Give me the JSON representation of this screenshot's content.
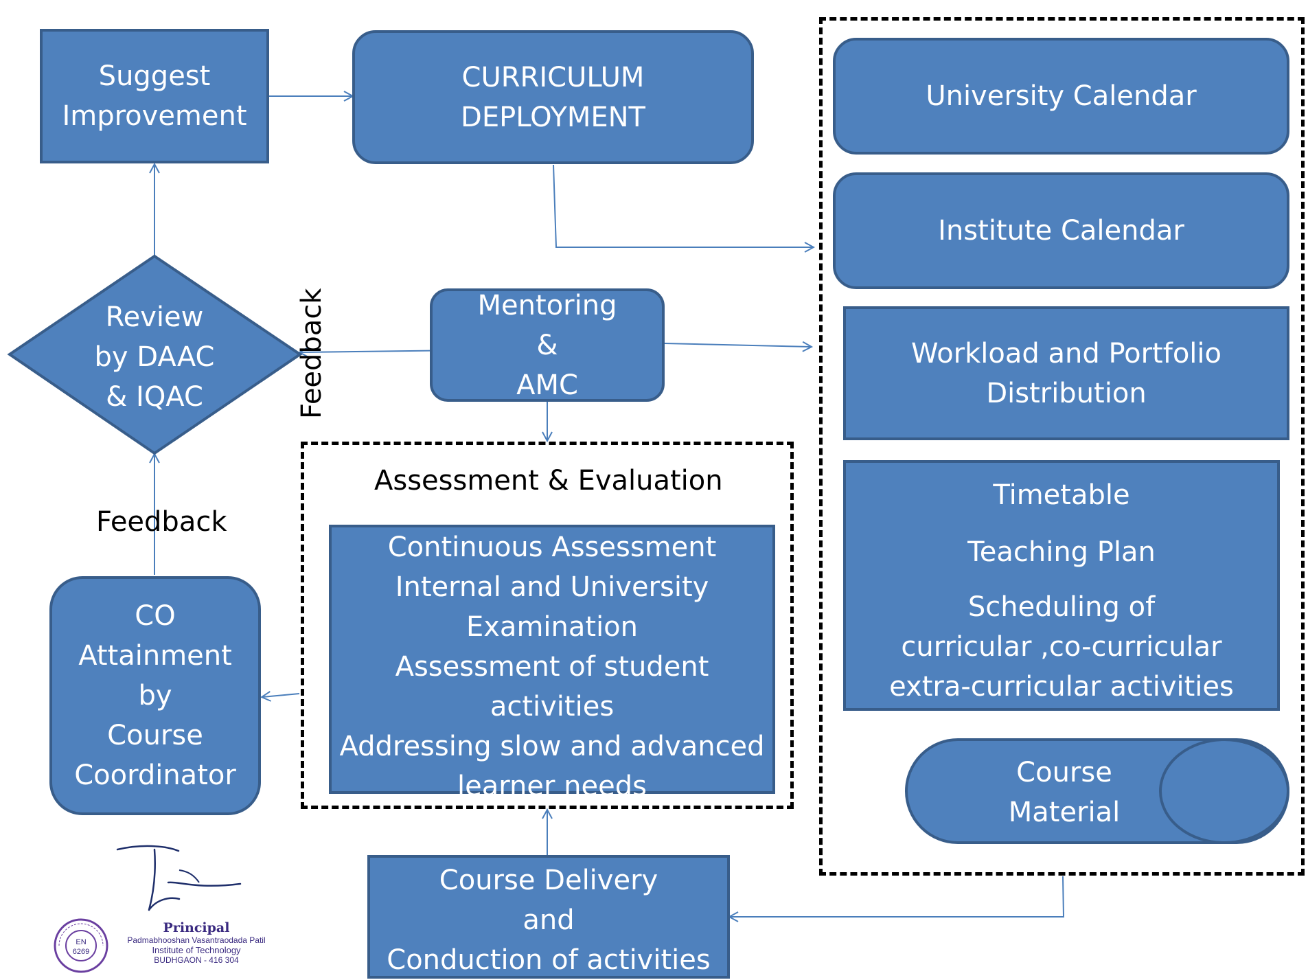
{
  "colors": {
    "box_fill": "#4f81bd",
    "box_border": "#385d8a",
    "arrow": "#4a7ebb",
    "text_on_box": "#ffffff"
  },
  "nodes": {
    "suggest": [
      "Suggest",
      "Improvement"
    ],
    "curriculum": [
      "CURRICULUM",
      "DEPLOYMENT"
    ],
    "university_calendar": "University Calendar",
    "institute_calendar": "Institute Calendar",
    "workload": [
      "Workload and Portfolio",
      "Distribution"
    ],
    "timetable": {
      "line1": "Timetable",
      "line2": "Teaching Plan",
      "line3": [
        "Scheduling of",
        "curricular ,co-curricular",
        "extra-curricular activities"
      ]
    },
    "course_material": [
      "Course",
      "Material"
    ],
    "review": [
      "Review",
      "by DAAC",
      "& IQAC"
    ],
    "mentoring": [
      "Mentoring",
      "&",
      "AMC"
    ],
    "assessment_title": "Assessment & Evaluation",
    "assessment_list": [
      "Continuous Assessment",
      "Internal and University",
      "Examination",
      "Assessment of student",
      "activities",
      "Addressing slow and advanced",
      "learner needs"
    ],
    "co_attainment": [
      "CO",
      "Attainment",
      "by",
      "Course",
      "Coordinator"
    ],
    "course_delivery": [
      "Course Delivery",
      "and",
      "Conduction of activities"
    ]
  },
  "labels": {
    "feedback_vertical": "Feedback",
    "feedback_horizontal": "Feedback"
  },
  "stamp": {
    "title": "Principal",
    "line1": "Padmabhooshan Vasantraodada Patil",
    "line2": "Institute of Technology",
    "line3": "BUDHGAON - 416 304",
    "seal_ring": "P.V.P. Institute of Technology · Budhgaon",
    "seal_code": [
      "EN",
      "6269"
    ]
  }
}
